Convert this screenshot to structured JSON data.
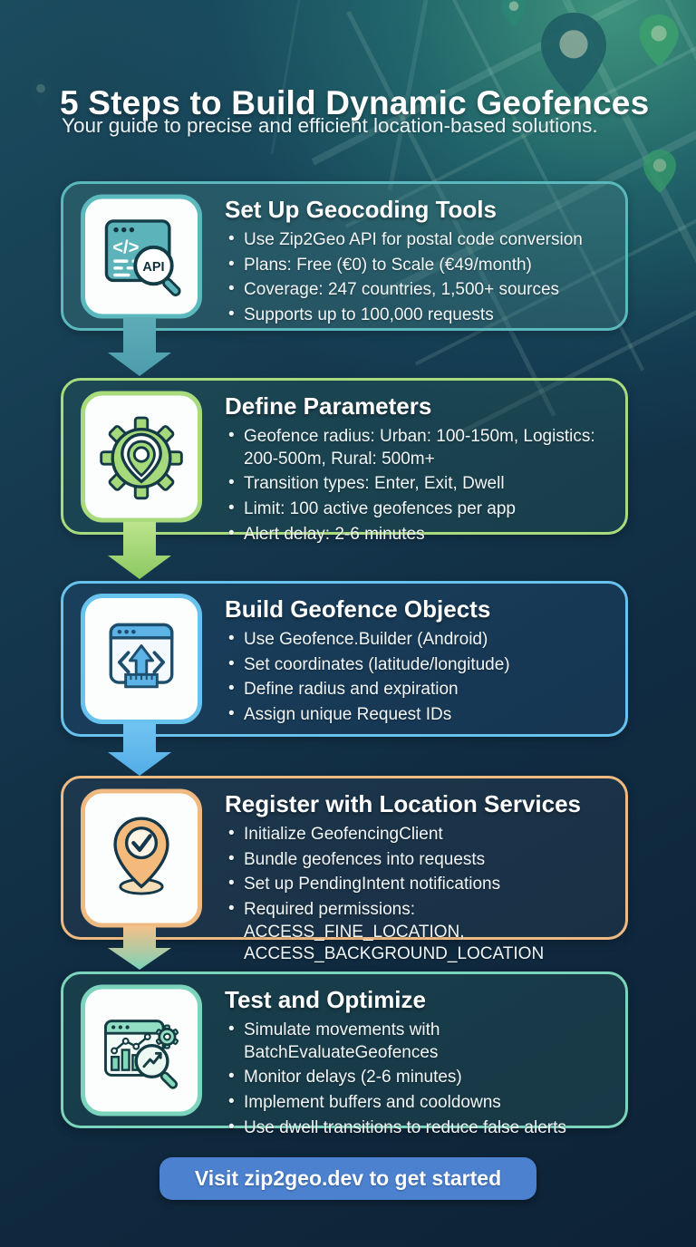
{
  "header": {
    "title": "5 Steps to Build Dynamic Geofences",
    "subtitle": "Your guide to precise and efficient location-based solutions."
  },
  "cta": {
    "label": "Visit zip2geo.dev to get started",
    "bg": "#4b81cf"
  },
  "background": {
    "top_right_glow": "#2f8877",
    "base": "#0e2236"
  },
  "steps": [
    {
      "title": "Set Up Geocoding Tools",
      "icon": "api-browser-search-icon",
      "accent": "#5bb8bd",
      "card_bg": "rgba(70,128,132,0.35)",
      "arrow_from": "#5cadb8",
      "arrow_to": "#4c9cad",
      "bullets": [
        "Use Zip2Geo API for postal code conversion",
        "Plans: Free (€0) to Scale (€49/month)",
        "Coverage: 247 countries, 1,500+ sources",
        "Supports up to 100,000 requests"
      ]
    },
    {
      "title": "Define Parameters",
      "icon": "gear-location-pin-icon",
      "accent": "#a8db7d",
      "card_bg": "rgba(44,96,88,0.30)",
      "arrow_from": "#bce48d",
      "arrow_to": "#8bc961",
      "bullets": [
        "Geofence radius: Urban: 100-150m, Logistics: 200-500m, Rural: 500m+",
        "Transition types: Enter, Exit, Dwell",
        "Limit: 100 active geofences per app",
        "Alert delay: 2-6 minutes"
      ]
    },
    {
      "title": "Build Geofence Objects",
      "icon": "browser-ruler-upload-icon",
      "accent": "#68c2ee",
      "card_bg": "rgba(46,96,146,0.22)",
      "arrow_from": "#70c4f0",
      "arrow_to": "#52ade7",
      "bullets": [
        "Use Geofence.Builder (Android)",
        "Set coordinates (latitude/longitude)",
        "Define radius and expiration",
        "Assign unique Request IDs"
      ]
    },
    {
      "title": "Register with Location Services",
      "icon": "location-pin-check-icon",
      "accent": "#efba82",
      "card_bg": "rgba(70,80,100,0.22)",
      "arrow_from": "#f3c089",
      "arrow_to": "#7cd2b7",
      "bullets": [
        "Initialize GeofencingClient",
        "Bundle geofences into requests",
        "Set up PendingIntent notifications",
        "Required permissions: ACCESS_FINE_LOCATION, ACCESS_BACKGROUND_LOCATION"
      ]
    },
    {
      "title": "Test and Optimize",
      "icon": "analytics-magnifier-icon",
      "accent": "#7bd4bb",
      "card_bg": "rgba(52,116,110,0.26)",
      "bullets": [
        "Simulate movements with BatchEvaluateGeofences",
        "Monitor delays (2-6 minutes)",
        "Implement buffers and cooldowns",
        "Use dwell transitions to reduce false alerts"
      ]
    }
  ]
}
